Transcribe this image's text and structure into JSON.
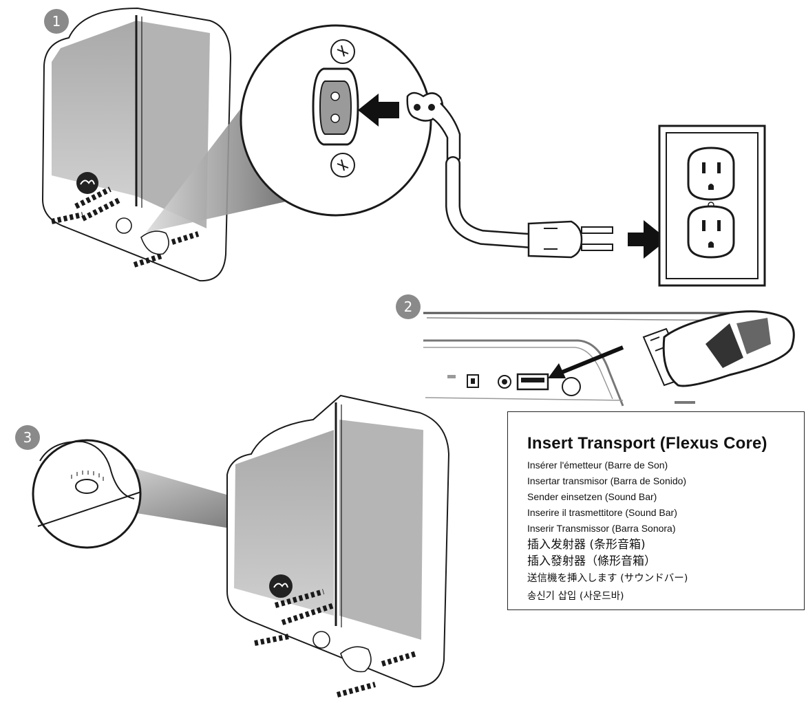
{
  "steps": [
    "1",
    "2",
    "3"
  ],
  "caption": {
    "title": "Insert Transport (Flexus Core)",
    "lines": [
      "Insérer l'émetteur (Barre de Son)",
      "Insertar transmisor (Barra de Sonido)",
      "Sender einsetzen (Sound Bar)",
      "Inserire il trasmettitore (Sound Bar)",
      "Inserir Transmissor (Barra Sonora)",
      "插入发射器 (条形音箱)",
      "插入發射器（條形音箱）",
      "送信機を挿入します (サウンドバー)",
      "송신기 삽입 (사운드바)"
    ]
  },
  "colors": {
    "ink": "#1a1a1a",
    "panel": "#b9b9b9",
    "badge": "#8a8a8a"
  }
}
